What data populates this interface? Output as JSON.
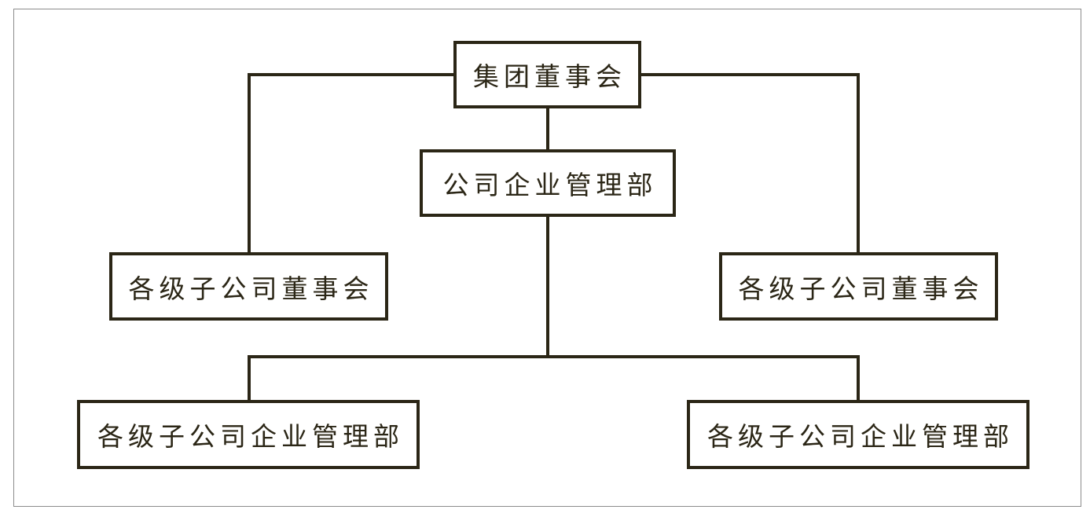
{
  "diagram": {
    "root": "集团董事会",
    "management": "公司企业管理部",
    "sub_board_left": "各级子公司董事会",
    "sub_board_right": "各级子公司董事会",
    "sub_mgmt_left": "各级子公司企业管理部",
    "sub_mgmt_right": "各级子公司企业管理部"
  },
  "colors": {
    "line": "#2b2616",
    "frame": "#8c8c8c",
    "background": "#ffffff"
  }
}
